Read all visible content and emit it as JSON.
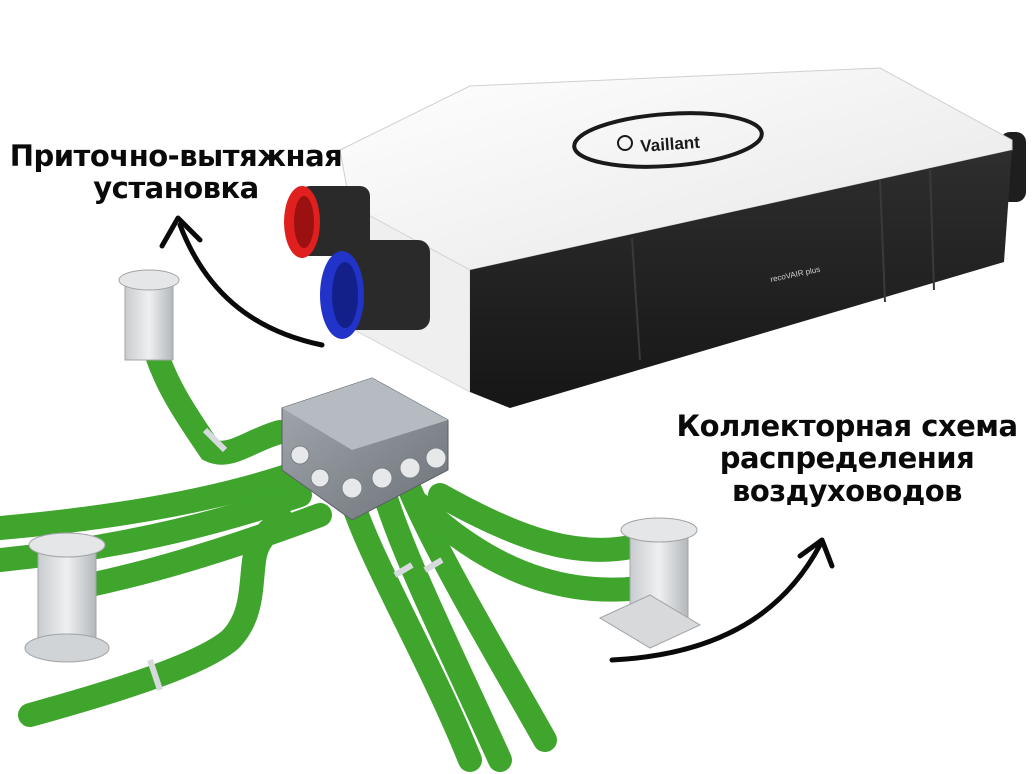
{
  "callouts": {
    "unit": {
      "line1": "Приточно-вытяжная",
      "line2": "установка"
    },
    "collector": {
      "line1": "Коллекторная схема",
      "line2": "распределения",
      "line3": "воздуховодов"
    }
  },
  "product": {
    "brand": "Vaillant",
    "model": "recoVAIR plus"
  },
  "colors": {
    "duct_green": "#3fa52c",
    "unit_body": "#f4f4f4",
    "unit_front": "#232323",
    "supply_port": "#e01f1f",
    "extract_port": "#2133c8",
    "manifold": "#8a9096"
  }
}
